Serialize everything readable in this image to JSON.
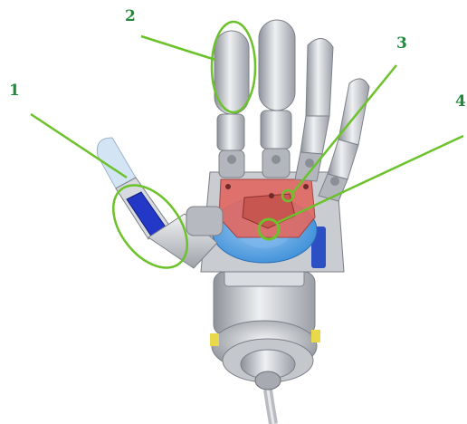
{
  "figure": {
    "callouts": [
      {
        "number": "1",
        "part": "thumb-actuator"
      },
      {
        "number": "2",
        "part": "index-fingertip"
      },
      {
        "number": "3",
        "part": "palm-plate-joint"
      },
      {
        "number": "4",
        "part": "wrist-rotation-disc"
      }
    ],
    "colors": {
      "callout": "#6cc22a",
      "label": "#1f8a3a",
      "metal": "#b9bdc4",
      "red_plate": "#e0605a",
      "blue_disc": "#5aa7e8",
      "blue_motor": "#2338c6"
    }
  }
}
